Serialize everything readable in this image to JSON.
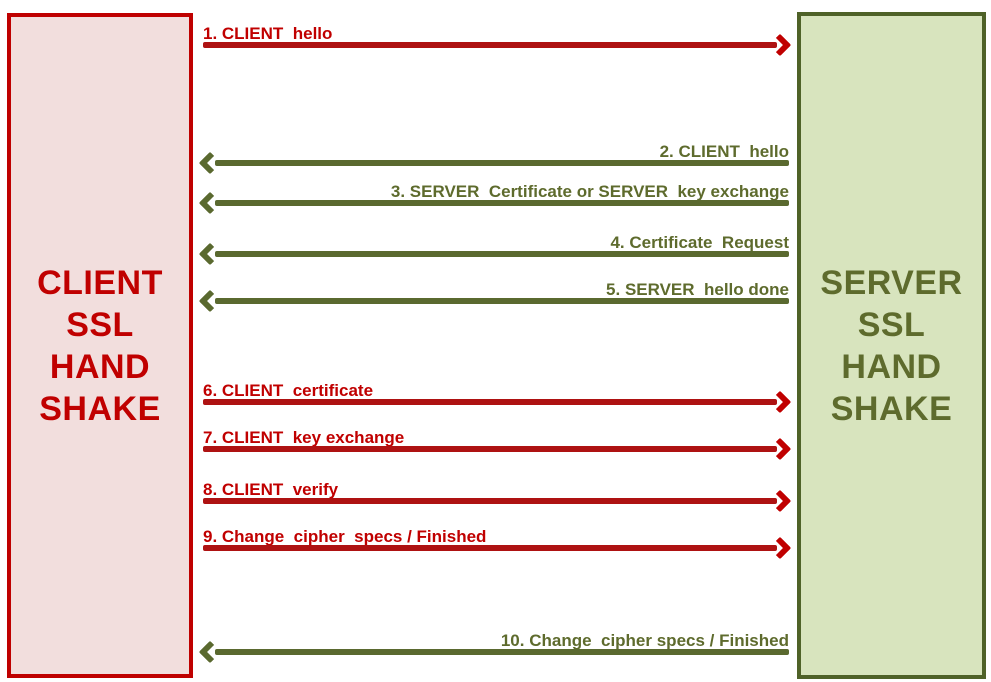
{
  "page": {
    "background": "#FFFFFF"
  },
  "diagram": {
    "client_box": {
      "title": "CLIENT\nSSL\nHAND\nSHAKE",
      "fill": "#F2DEDD",
      "border": "#BF0000",
      "text_color": "#C00000"
    },
    "server_box": {
      "title": "SERVER\nSSL\nHAND\nSHAKE",
      "fill": "#D8E4BE",
      "border": "#4F6228",
      "text_color": "#5E6B2D"
    },
    "colors": {
      "client_to_server_line": "#AE1212",
      "client_to_server_head": "#C00000",
      "server_to_client_line": "#5A692F"
    },
    "messages": [
      {
        "step": 1,
        "label": "1. CLIENT  hello",
        "direction": "client-to-server"
      },
      {
        "step": 2,
        "label": "2. CLIENT  hello",
        "direction": "server-to-client"
      },
      {
        "step": 3,
        "label": "3. SERVER  Certificate or SERVER  key exchange",
        "direction": "server-to-client"
      },
      {
        "step": 4,
        "label": "4. Certificate  Request",
        "direction": "server-to-client"
      },
      {
        "step": 5,
        "label": "5. SERVER  hello done",
        "direction": "server-to-client"
      },
      {
        "step": 6,
        "label": "6. CLIENT  certificate",
        "direction": "client-to-server"
      },
      {
        "step": 7,
        "label": "7. CLIENT  key exchange",
        "direction": "client-to-server"
      },
      {
        "step": 8,
        "label": "8. CLIENT  verify",
        "direction": "client-to-server"
      },
      {
        "step": 9,
        "label": "9. Change  cipher  specs / Finished",
        "direction": "client-to-server"
      },
      {
        "step": 10,
        "label": "10. Change  cipher specs / Finished",
        "direction": "server-to-client"
      }
    ]
  }
}
